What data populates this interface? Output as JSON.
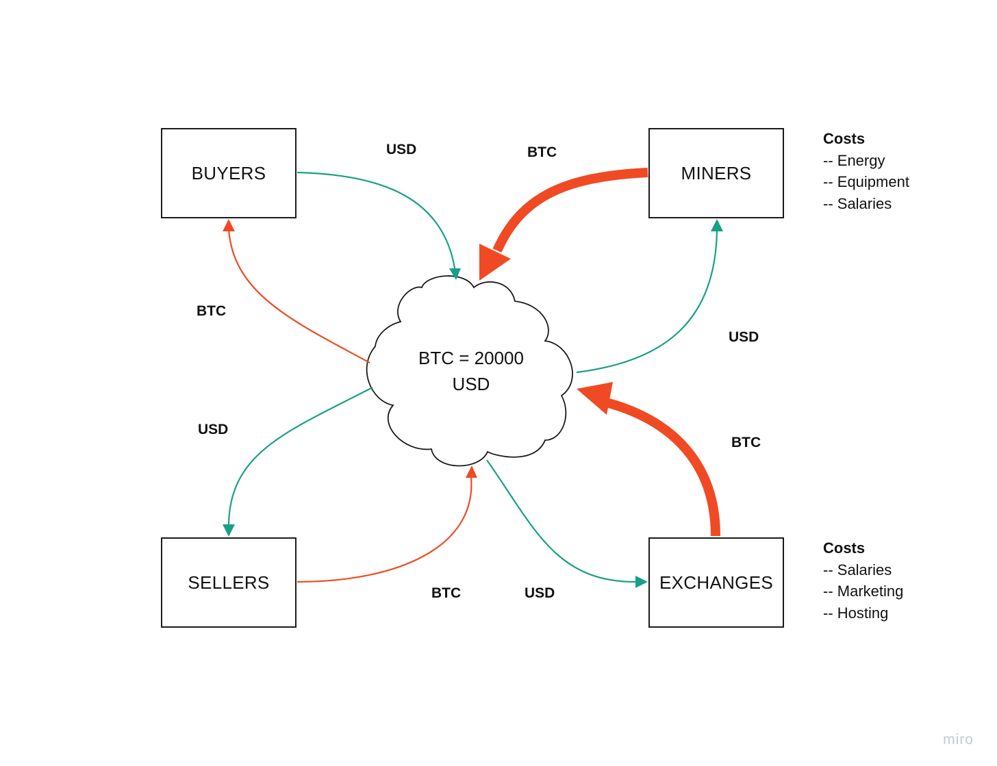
{
  "nodes": {
    "buyers": "BUYERS",
    "miners": "MINERS",
    "sellers": "SELLERS",
    "exchanges": "EXCHANGES"
  },
  "market": {
    "line1": "BTC = 20000",
    "line2": "USD"
  },
  "edge_labels": {
    "buyers_to_market": "USD",
    "miners_to_market": "BTC",
    "market_to_buyers": "BTC",
    "market_to_miners": "USD",
    "market_to_sellers": "USD",
    "exchanges_to_market": "BTC",
    "sellers_to_market": "BTC",
    "market_to_exchanges": "USD"
  },
  "costs_miners": {
    "title": "Costs",
    "items": [
      "-- Energy",
      "-- Equipment",
      "-- Salaries"
    ]
  },
  "costs_exchanges": {
    "title": "Costs",
    "items": [
      "-- Salaries",
      "-- Marketing",
      "-- Hosting"
    ]
  },
  "watermark": "miro",
  "colors": {
    "usd_flow": "#17a085",
    "btc_flow": "#f04a24",
    "outline": "#1a1a1a"
  }
}
